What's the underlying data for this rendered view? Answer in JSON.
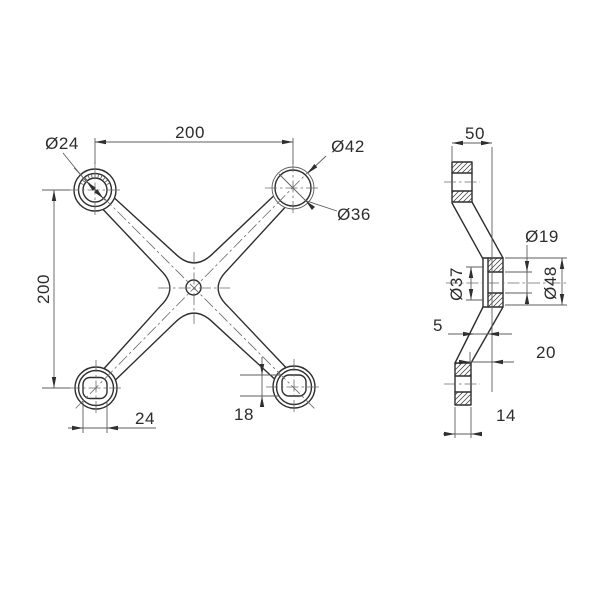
{
  "drawing": {
    "front_view": {
      "dim_center_spacing_h": "200",
      "dim_center_spacing_v": "200",
      "dim_ring_bore": "Ø24",
      "dim_boss_outer": "Ø42",
      "dim_boss_inner": "Ø36",
      "dim_slot_width": "24",
      "dim_slot_height": "18"
    },
    "side_view": {
      "dim_arm_offset": "50",
      "dim_hole": "Ø19",
      "dim_counterbore": "Ø37",
      "dim_center_boss": "Ø48",
      "dim_plate_thickness": "5",
      "dim_center_offset": "20",
      "dim_end_boss_width": "14"
    },
    "colors": {
      "body_line": "#2f2f2f",
      "thin_line": "#5c5c5c",
      "background": "#ffffff"
    }
  }
}
